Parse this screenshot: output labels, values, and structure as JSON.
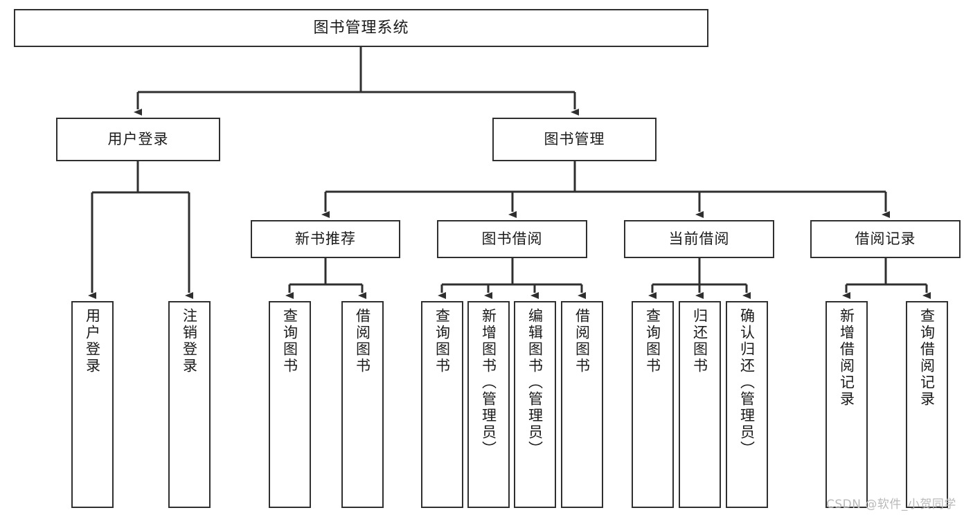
{
  "diagram": {
    "title": "图书管理系统",
    "watermark": "CSDN @软件_小贺同学",
    "colors": {
      "background": "#ffffff",
      "box_border": "#2f2f2f",
      "connector": "#2f2f2f",
      "text": "#1a1a1a",
      "watermark": "#b9b9b9"
    },
    "levels": {
      "root": "图书管理系统",
      "level2": [
        "用户登录",
        "图书管理"
      ],
      "level3": [
        "新书推荐",
        "图书借阅",
        "当前借阅",
        "借阅记录"
      ]
    },
    "nodes": {
      "root": {
        "label": "图书管理系统"
      },
      "user_login": {
        "label": "用户登录"
      },
      "book_manage": {
        "label": "图书管理"
      },
      "new_book_rec": {
        "label": "新书推荐"
      },
      "book_borrow": {
        "label": "图书借阅"
      },
      "current_borrow": {
        "label": "当前借阅"
      },
      "borrow_record": {
        "label": "借阅记录"
      },
      "leaf_user_login": {
        "label": "用户登录"
      },
      "leaf_logout": {
        "label": "注销登录"
      },
      "leaf_query_book_a": {
        "label": "查询图书"
      },
      "leaf_borrow_book_a": {
        "label": "借阅图书"
      },
      "leaf_query_book_b": {
        "label": "查询图书"
      },
      "leaf_add_book": {
        "label": "新增图书（管理员）"
      },
      "leaf_edit_book": {
        "label": "编辑图书（管理员）"
      },
      "leaf_borrow_book_b": {
        "label": "借阅图书"
      },
      "leaf_query_book_c": {
        "label": "查询图书"
      },
      "leaf_return_book": {
        "label": "归还图书"
      },
      "leaf_confirm_return": {
        "label": "确认归还（管理员）"
      },
      "leaf_add_record": {
        "label": "新增借阅记录"
      },
      "leaf_query_record": {
        "label": "查询借阅记录"
      }
    }
  }
}
